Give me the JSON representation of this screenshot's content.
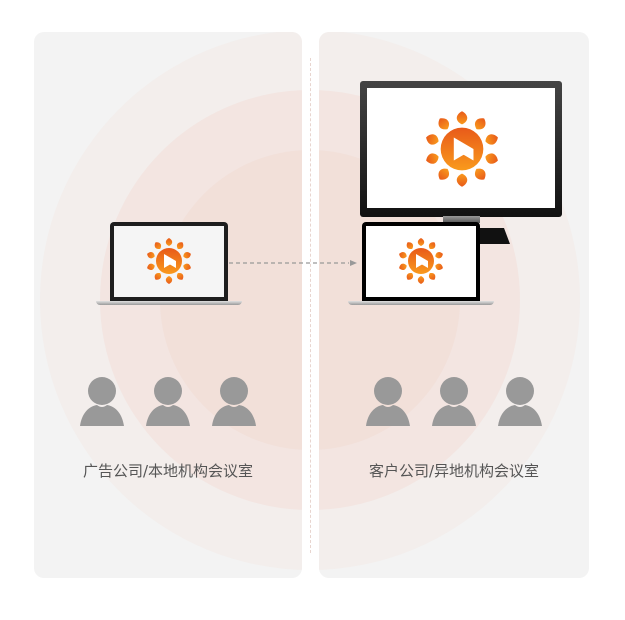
{
  "diagram": {
    "left_panel": {
      "label": "广告公司/本地机构会议室",
      "device": "laptop",
      "people_count": 3
    },
    "right_panel": {
      "label": "客户公司/异地机构会议室",
      "devices": [
        "monitor",
        "laptop"
      ],
      "people_count": 3
    },
    "connection": {
      "type": "dashed-arrow",
      "from": "left-laptop",
      "to": "right-laptop"
    },
    "colors": {
      "panel_bg": "#f3f3f3",
      "glow": "#f2ddd6",
      "logo_orange": "#f47a20",
      "logo_red": "#e85a1a",
      "person_gray": "#999999",
      "text": "#555555"
    },
    "icons": {
      "logo": "sunflower-play-logo",
      "person": "person-icon",
      "arrow": "dashed-arrow-right"
    }
  }
}
